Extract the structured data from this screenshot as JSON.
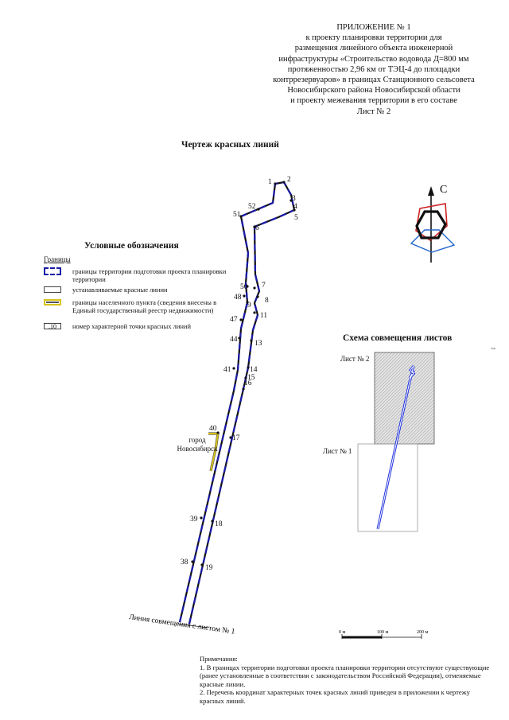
{
  "header": {
    "lines": [
      "ПРИЛОЖЕНИЕ № 1",
      "к проекту планировки  территории для",
      "размещения линейного объекта инженерной",
      "инфраструктуры «Строительство водовода Д=800 мм",
      "протяженностью 2,96 км от ТЭЦ-4 до площадки",
      "контррезервуаров» в границах Станционного сельсовета",
      "Новосибирского района Новосибирской области",
      "и проекту межевания территории в его составе",
      "Лист № 2"
    ]
  },
  "drawing_title": "Чертеж красных линий",
  "legend": {
    "title": "Условные обозначения",
    "group": "Границы",
    "items": [
      {
        "text": "границы территории подготовки проекта планировки территории",
        "kind": "blue-dashed"
      },
      {
        "text": "устанавливаемые красные линии",
        "kind": "plain"
      },
      {
        "text": "границы населенного пункта (сведения внесены в Единый государственный реестр недвижимости)",
        "kind": "yellow"
      },
      {
        "text": "номер характерной точки красных линий",
        "kind": "point",
        "sample": ".10"
      }
    ]
  },
  "north_label": "С",
  "point_labels": [
    "1",
    "2",
    "3",
    "4",
    "5",
    "6",
    "7",
    "8",
    "9",
    "11",
    "13",
    "14",
    "15",
    "16",
    "17",
    "18",
    "19",
    "38",
    "39",
    "40",
    "41",
    "44",
    "47",
    "48",
    "50",
    "51",
    "52"
  ],
  "city_label": [
    "город",
    "Новосибирск"
  ],
  "match_line_label": "Линия совмещения с листом № 1",
  "scheme": {
    "title": "Схема совмещения листов",
    "sheet2": "Лист № 2",
    "sheet1": "Лист № 1"
  },
  "scale_bar": [
    "0 м",
    "100 м",
    "200 м"
  ],
  "notes": [
    "Примечания:",
    "1. В границах территории подготовки проекта планировки территории отсутствуют существующие (ранее установленные в соответствии с законодательством Российской Федерации), отменяемые красные линии.",
    "2. Перечень координат характерных точек красных линий приведен в приложении к чертежу красных линий."
  ],
  "page_number": "2",
  "colors": {
    "boundary": "#1a1aa8",
    "redline": "#111111",
    "settlement": "#d8c21a",
    "scheme_line": "#2233dd",
    "compass_red": "#cc2222",
    "compass_blue": "#2266cc"
  }
}
